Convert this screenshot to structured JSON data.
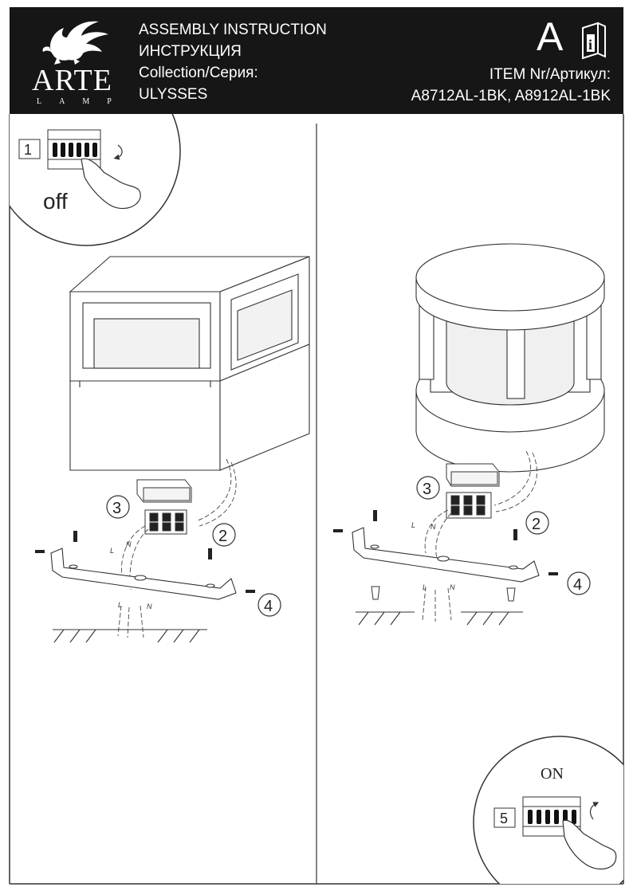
{
  "header": {
    "logo_name": "ARTE",
    "logo_sub": "LAMP",
    "line1": "ASSEMBLY INSTRUCTION",
    "line2": "ИНСТРУКЦИЯ",
    "line3": "Collection/Серия:",
    "line4": "ULYSSES",
    "section_letter": "A",
    "info_icon": "instruction-book-icon",
    "item_label": "ITEM Nr/Артикул:",
    "item_codes": "A8712AL-1BK, A8912AL-1BK"
  },
  "steps": {
    "step1_number": "1",
    "step1_label": "off",
    "step5_number": "5",
    "step5_label": "ON",
    "callout_2": "2",
    "callout_3": "3",
    "callout_4": "4",
    "callout_2b": "2",
    "callout_3b": "3",
    "callout_4b": "4"
  },
  "wires": {
    "live": "L",
    "neutral": "N"
  }
}
